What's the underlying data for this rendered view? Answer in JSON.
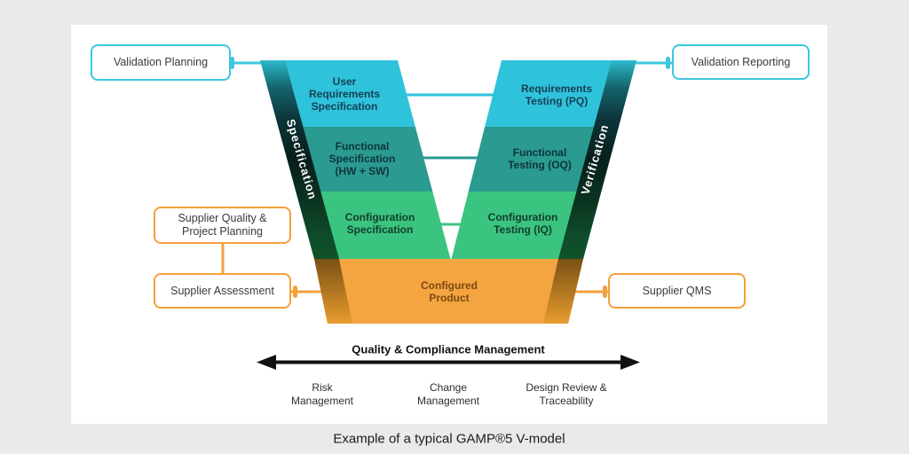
{
  "caption": "Example of a typical GAMP®5 V-model",
  "colors": {
    "background": "#EAEAEA",
    "card": "#FFFFFF",
    "cyan": "#2FC3DB",
    "teal": "#2B9A90",
    "green": "#3BC47F",
    "orange": "#F4A440",
    "cyan_accent": "#3CC7DF",
    "orange_accent": "#F5A03A",
    "arrow": "#111111"
  },
  "outer_boxes": {
    "validation_planning": {
      "label": "Validation Planning"
    },
    "validation_reporting": {
      "label": "Validation Reporting"
    },
    "supplier_quality": {
      "label": "Supplier Quality &\nProject Planning"
    },
    "supplier_assessment": {
      "label": "Supplier Assessment"
    },
    "supplier_qms": {
      "label": "Supplier QMS"
    }
  },
  "vmodel": {
    "specification_edge": "Specification",
    "verification_edge": "Verification",
    "left_bands": [
      {
        "label": "User\nRequirements\nSpecification"
      },
      {
        "label": "Functional\nSpecification\n(HW + SW)"
      },
      {
        "label": "Configuration\nSpecification"
      }
    ],
    "right_bands": [
      {
        "label": "Requirements\nTesting (PQ)"
      },
      {
        "label": "Functional\nTesting (OQ)"
      },
      {
        "label": "Configuration\nTesting (IQ)"
      }
    ],
    "base": {
      "label": "Configured\nProduct"
    }
  },
  "bottom_axis": {
    "title": "Quality & Compliance Management",
    "items": [
      {
        "label": "Risk\nManagement"
      },
      {
        "label": "Change\nManagement"
      },
      {
        "label": "Design Review &\nTraceability"
      }
    ]
  }
}
